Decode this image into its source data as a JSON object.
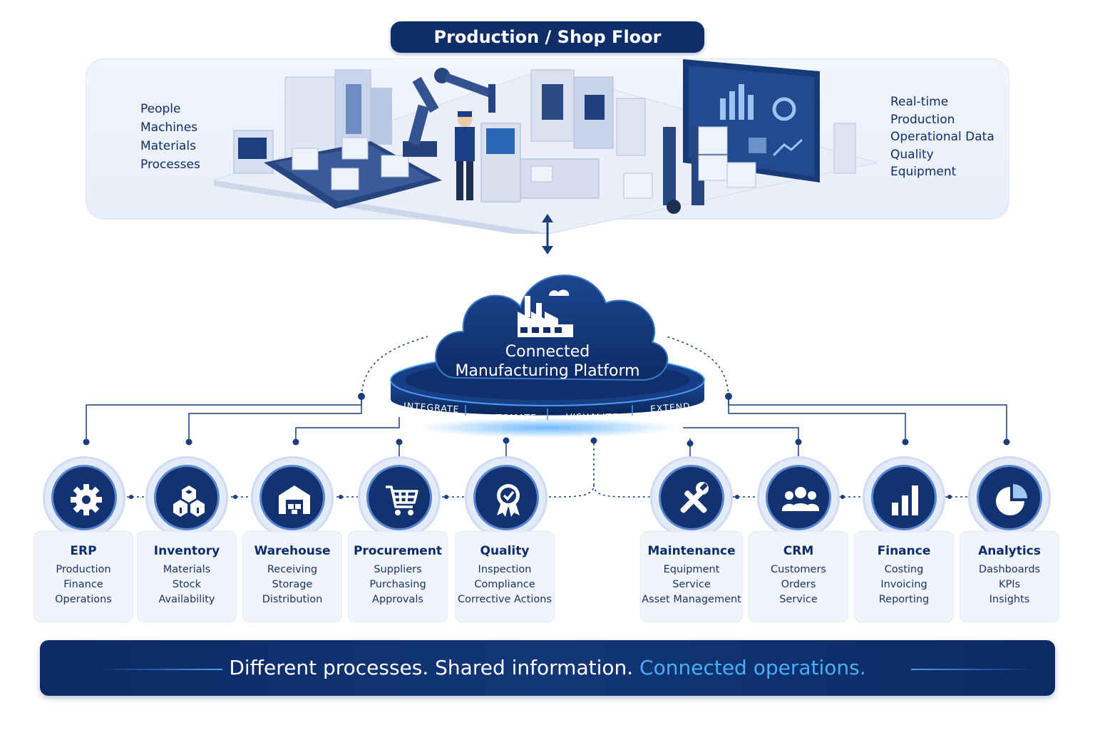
{
  "shop_floor": {
    "title": "Production / Shop Floor",
    "left_items": [
      "People",
      "Machines",
      "Materials",
      "Processes"
    ],
    "right_items": [
      "Real-time",
      "Production",
      "Operational Data",
      "Quality",
      "Equipment"
    ]
  },
  "platform": {
    "title_line1": "Connected",
    "title_line2": "Manufacturing Platform",
    "pillars": [
      "INTEGRATE",
      "AUTOMATE",
      "VISUALIZE",
      "EXTEND"
    ]
  },
  "modules": [
    {
      "name": "ERP",
      "icon": "gear-icon",
      "items": [
        "Production",
        "Finance",
        "Operations"
      ]
    },
    {
      "name": "Inventory",
      "icon": "boxes-icon",
      "items": [
        "Materials",
        "Stock",
        "Availability"
      ]
    },
    {
      "name": "Warehouse",
      "icon": "warehouse-icon",
      "items": [
        "Receiving",
        "Storage",
        "Distribution"
      ]
    },
    {
      "name": "Procurement",
      "icon": "cart-icon",
      "items": [
        "Suppliers",
        "Purchasing",
        "Approvals"
      ]
    },
    {
      "name": "Quality",
      "icon": "award-badge-icon",
      "items": [
        "Inspection",
        "Compliance",
        "Corrective Actions"
      ]
    },
    {
      "name": "Maintenance",
      "icon": "tools-icon",
      "items": [
        "Equipment",
        "Service",
        "Asset Management"
      ]
    },
    {
      "name": "CRM",
      "icon": "people-icon",
      "items": [
        "Customers",
        "Orders",
        "Service"
      ]
    },
    {
      "name": "Finance",
      "icon": "bar-chart-icon",
      "items": [
        "Costing",
        "Invoicing",
        "Reporting"
      ]
    },
    {
      "name": "Analytics",
      "icon": "pie-chart-icon",
      "items": [
        "Dashboards",
        "KPIs",
        "Insights"
      ]
    }
  ],
  "banner": {
    "part1": "Different processes. Shared information.",
    "part2": "Connected operations."
  },
  "colors": {
    "navy": "#0f2d69",
    "accent": "#49aef5",
    "panel": "#eef3fb"
  }
}
